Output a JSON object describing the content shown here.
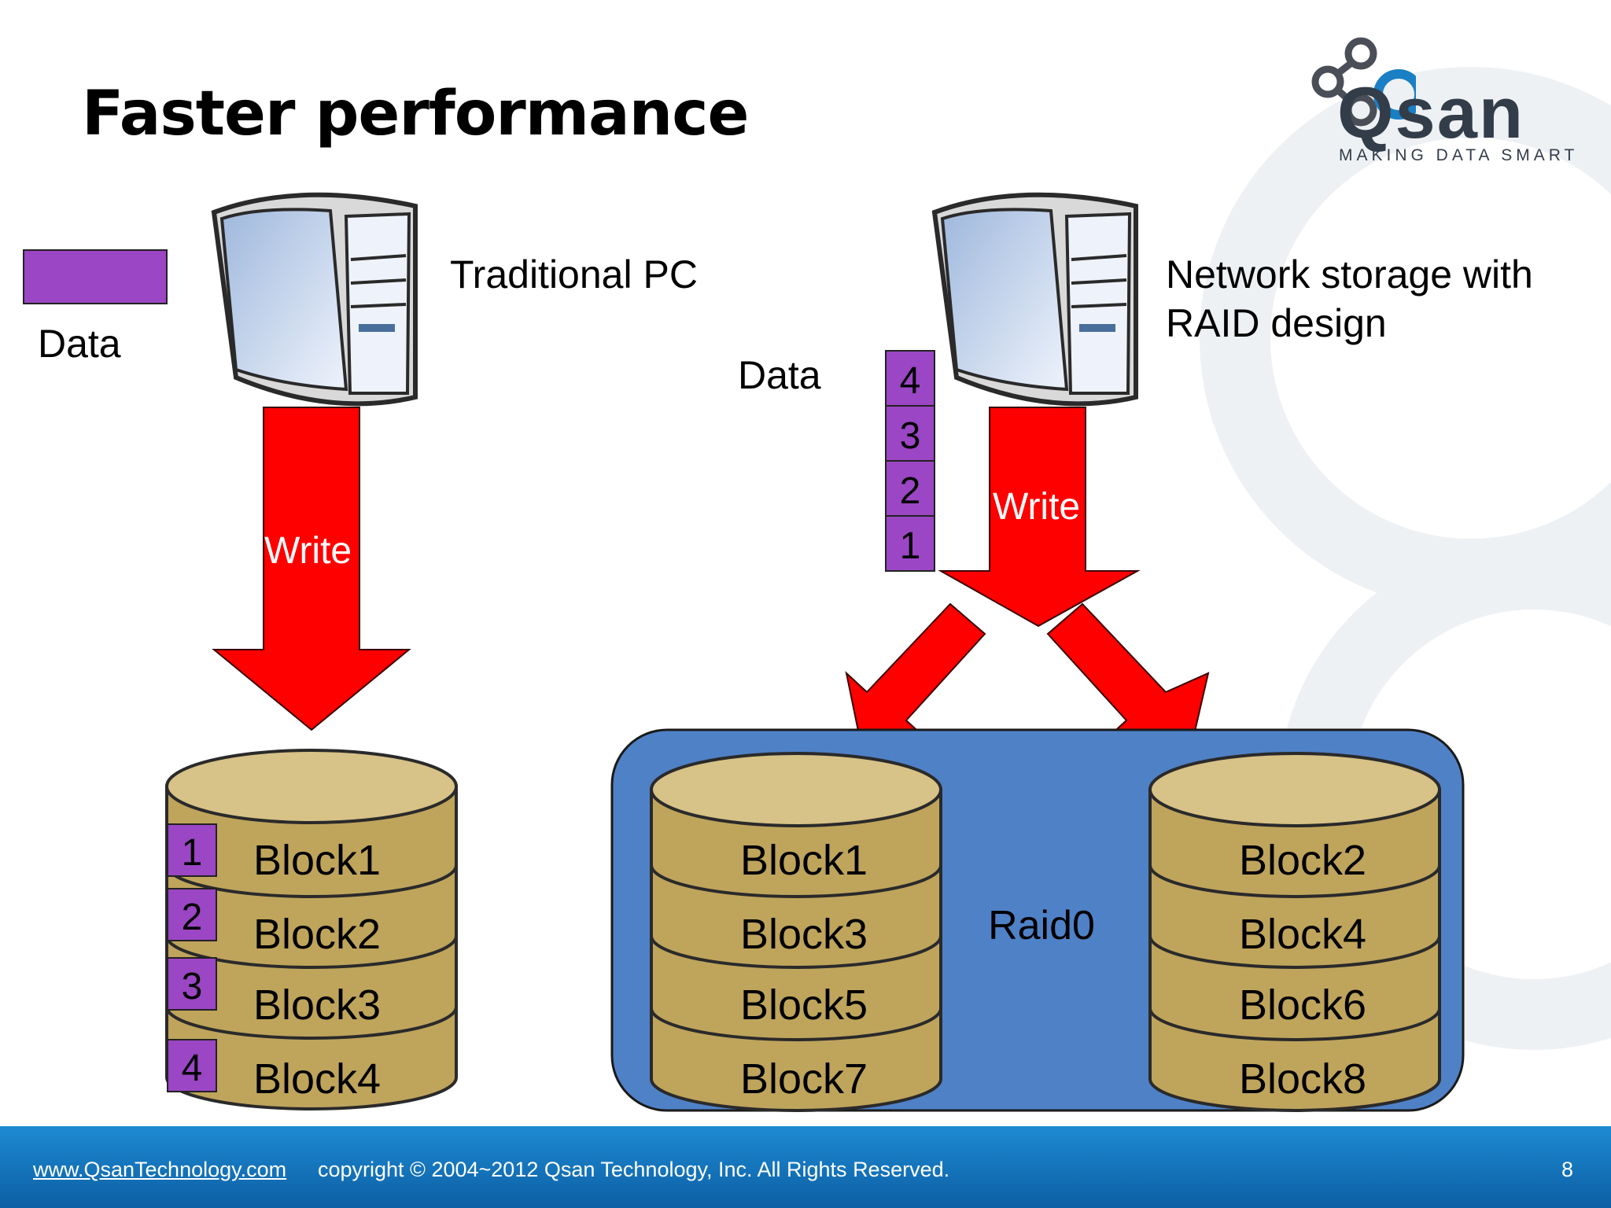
{
  "slide": {
    "title": "Faster performance",
    "page_number": "8"
  },
  "logo": {
    "name": "Qsan",
    "tagline": "MAKING DATA SMART",
    "accent_color": "#1a7fc4"
  },
  "legend": {
    "data_label": "Data",
    "data_color": "#9b46c4"
  },
  "traditional": {
    "label": "Traditional PC",
    "arrow_label": "Write",
    "chunks": [
      "1",
      "2",
      "3",
      "4"
    ],
    "blocks": [
      "Block1",
      "Block2",
      "Block3",
      "Block4"
    ]
  },
  "raid": {
    "label_line1": "Network storage with",
    "label_line2": "RAID design",
    "data_label": "Data",
    "arrow_label": "Write",
    "stack": [
      "4",
      "3",
      "2",
      "1"
    ],
    "group_label": "Raid0",
    "disk_a_blocks": [
      "Block1",
      "Block3",
      "Block5",
      "Block7"
    ],
    "disk_b_blocks": [
      "Block2",
      "Block4",
      "Block6",
      "Block8"
    ]
  },
  "colors": {
    "arrow": "#ff0000",
    "disk_body": "#bfa45c",
    "disk_top": "#d7c287",
    "raid_box": "#4f81c7",
    "server_front": "#c8d8ef"
  },
  "footer": {
    "website": "www.QsanTechnology.com",
    "copyright": "copyright © 2004~2012  Qsan Technology, Inc.  All Rights Reserved."
  }
}
